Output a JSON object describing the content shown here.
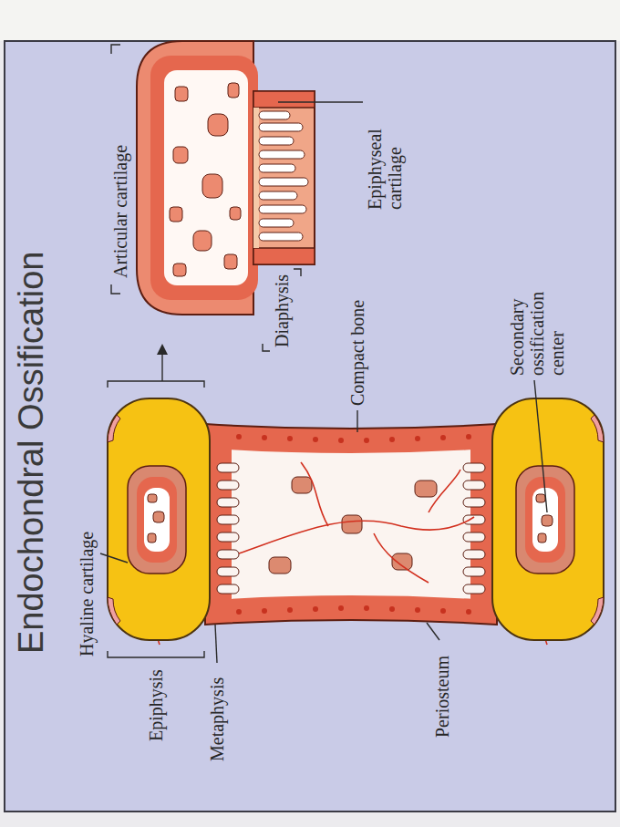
{
  "diagram": {
    "title": "Endochondral Ossification",
    "labels": [
      "Hyaline cartilage",
      "Epiphysis",
      "Metaphysis",
      "Periosteum",
      "Compact bone",
      "Diaphysis",
      "Secondary ossification center",
      "Articular cartilage",
      "Epiphyseal cartilage"
    ]
  }
}
